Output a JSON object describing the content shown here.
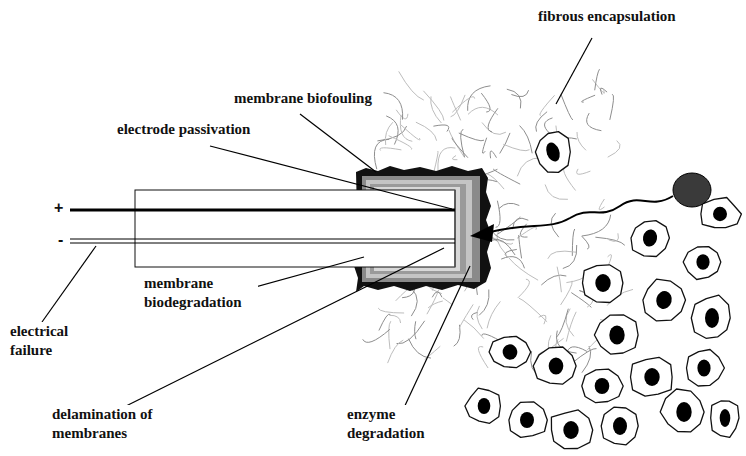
{
  "diagram": {
    "labels": [
      "membrane biofouling",
      "fibrous encapsulation",
      "electrode passivation",
      "+",
      "-",
      "electrical failure",
      "membrane biodegradation",
      "delamination of membranes",
      "enzyme degradation"
    ]
  }
}
